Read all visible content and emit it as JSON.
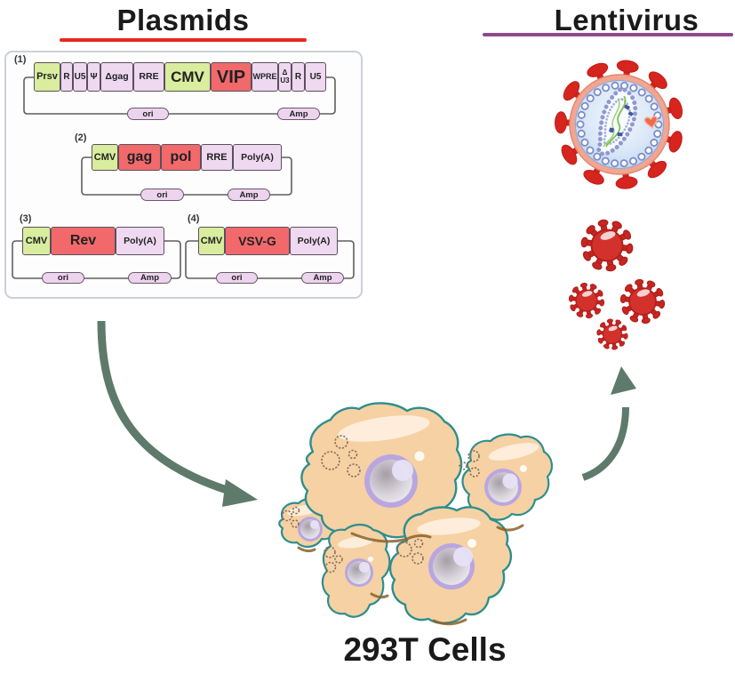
{
  "header": {
    "plasmids_title": "Plasmids",
    "lentivirus_title": "Lentivirus"
  },
  "footer": {
    "cells_label": "293T Cells"
  },
  "plasmids": [
    {
      "number": "(1)",
      "segments": [
        {
          "label": "Prsv",
          "type": "promoter-green"
        },
        {
          "label": "R",
          "type": "element-pink"
        },
        {
          "label": "U5",
          "type": "element-pink"
        },
        {
          "label": "Ψ",
          "type": "element-pink"
        },
        {
          "label": "Δgag",
          "type": "element-pink"
        },
        {
          "label": "RRE",
          "type": "element-pink"
        },
        {
          "label": "CMV",
          "type": "promoter-green"
        },
        {
          "label": "VIP",
          "type": "gene-red"
        },
        {
          "label": "WPRE",
          "type": "element-pink"
        },
        {
          "label_top": "Δ",
          "label_bottom": "U3",
          "type": "element-pink"
        },
        {
          "label": "R",
          "type": "element-pink"
        },
        {
          "label": "U5",
          "type": "element-pink"
        }
      ],
      "backbone": {
        "ori": "ori",
        "amp": "Amp"
      }
    },
    {
      "number": "(2)",
      "segments": [
        {
          "label": "CMV",
          "type": "promoter-green"
        },
        {
          "label": "gag",
          "type": "gene-red"
        },
        {
          "label": "pol",
          "type": "gene-red"
        },
        {
          "label": "RRE",
          "type": "element-pink"
        },
        {
          "label": "Poly(A)",
          "type": "element-pink"
        }
      ],
      "backbone": {
        "ori": "ori",
        "amp": "Amp"
      }
    },
    {
      "number": "(3)",
      "segments": [
        {
          "label": "CMV",
          "type": "promoter-green"
        },
        {
          "label": "Rev",
          "type": "gene-red"
        },
        {
          "label": "Poly(A)",
          "type": "element-pink"
        }
      ],
      "backbone": {
        "ori": "ori",
        "amp": "Amp"
      }
    },
    {
      "number": "(4)",
      "segments": [
        {
          "label": "CMV",
          "type": "promoter-green"
        },
        {
          "label": "VSV-G",
          "type": "gene-red"
        },
        {
          "label": "Poly(A)",
          "type": "element-pink"
        }
      ],
      "backbone": {
        "ori": "ori",
        "amp": "Amp"
      }
    }
  ],
  "colors": {
    "plasmids_underline_red": "#e8281e",
    "lentivirus_underline_purple": "#8d4a8d",
    "segment_promoter_green": "#d9ed9e",
    "segment_element_pink": "#eed9f1",
    "segment_gene_red": "#f2696c",
    "arrow_sage_green": "#5e7a6b",
    "virus_red": "#d3312c",
    "virus_envelope_salmon": "#f2a590",
    "virus_interior_blue": "#dbe8f8",
    "cell_fill_peach": "#f6d1a3",
    "cell_outline_teal": "#2e8e8e",
    "nucleus_purple": "#b9a6e0"
  }
}
